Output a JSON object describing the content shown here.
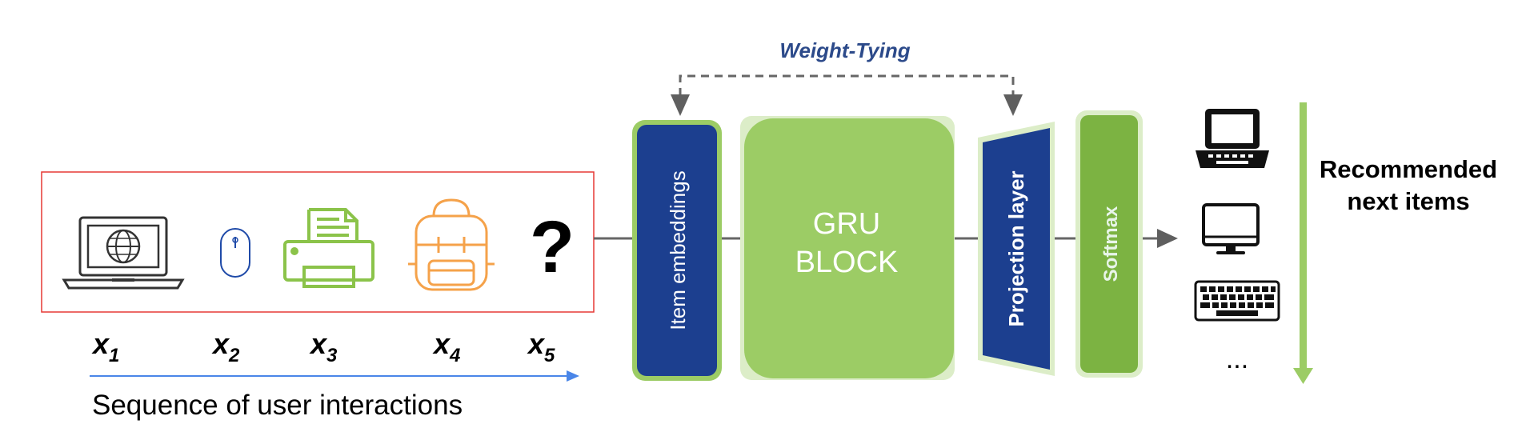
{
  "weight_tying": {
    "label": "Weight-Tying",
    "color": "#2c4a8a"
  },
  "sequence": {
    "caption": "Sequence of user interactions",
    "items": [
      {
        "icon": "laptop-globe-icon",
        "label": "x",
        "sub": "1"
      },
      {
        "icon": "mouse-icon",
        "label": "x",
        "sub": "2"
      },
      {
        "icon": "printer-icon",
        "label": "x",
        "sub": "3"
      },
      {
        "icon": "backpack-icon",
        "label": "x",
        "sub": "4"
      },
      {
        "icon": "question-mark-icon",
        "glyph": "?",
        "label": "x",
        "sub": "5"
      }
    ]
  },
  "blocks": {
    "item_embeddings": "Item embeddings",
    "gru": {
      "line1": "GRU",
      "line2": "BLOCK"
    },
    "projection": "Projection layer",
    "softmax": "Softmax"
  },
  "output": {
    "title_line1": "Recommended",
    "title_line2": "next items",
    "items": [
      "laptop-icon",
      "monitor-icon",
      "keyboard-icon"
    ],
    "more": "..."
  },
  "colors": {
    "embed_blue": "#1c3f8f",
    "green": "#9ccc65",
    "green_dark": "#7cb342",
    "green_pale": "#dcedc8",
    "sequence_border": "#e53935",
    "arrow_blue": "#4a86e8",
    "gray": "#666666"
  }
}
